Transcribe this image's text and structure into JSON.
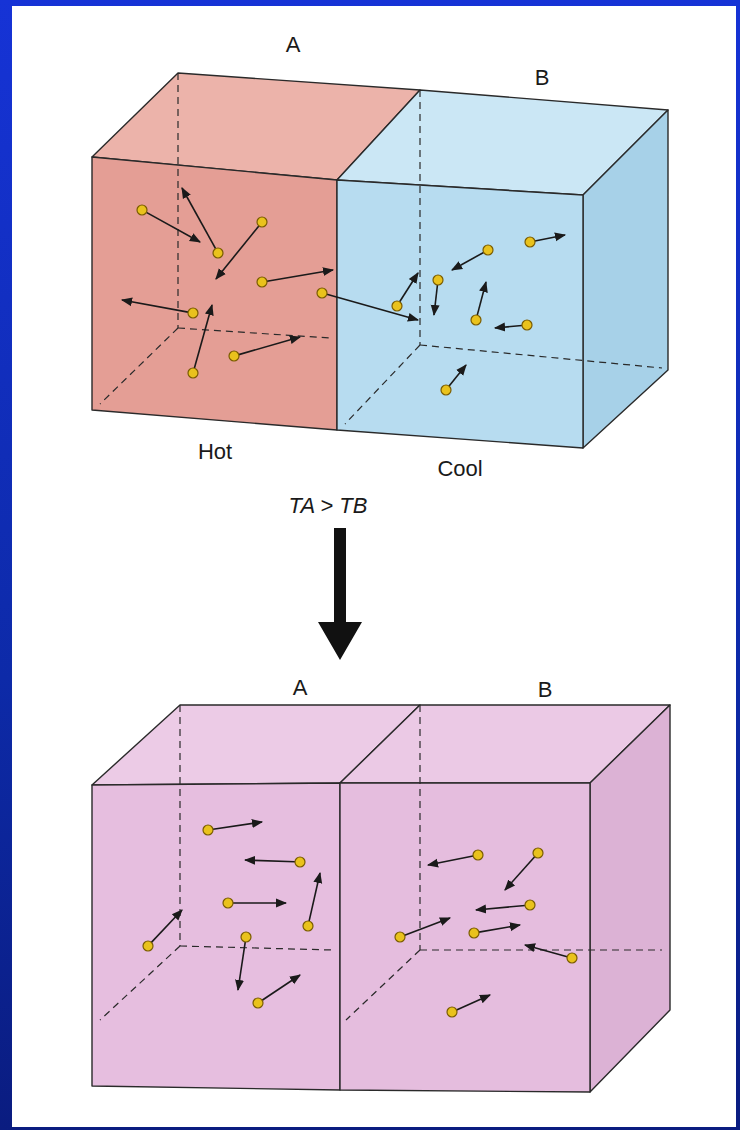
{
  "diagram": {
    "nodes": [
      {
        "text": [
          "A",
          "Hot"
        ]
      },
      {
        "text": [
          "B",
          "Cool"
        ]
      },
      {
        "text": [
          "A"
        ]
      },
      {
        "text": [
          "B"
        ]
      }
    ],
    "labels": [
      "TA > TB"
    ]
  }
}
